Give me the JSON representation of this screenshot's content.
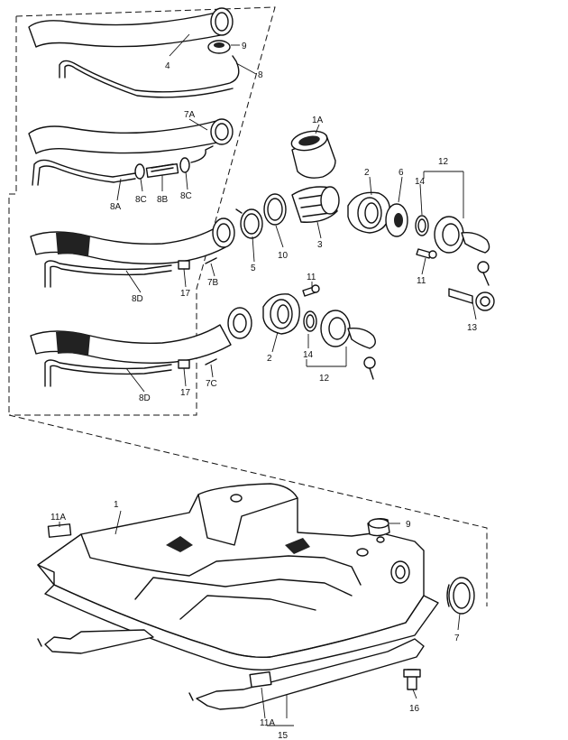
{
  "callouts": {
    "c1": "1",
    "c1A": "1A",
    "c2a": "2",
    "c2b": "2",
    "c3": "3",
    "c4": "4",
    "c5": "5",
    "c6": "6",
    "c7": "7",
    "c7A": "7A",
    "c7B": "7B",
    "c7C": "7C",
    "c8": "8",
    "c8A": "8A",
    "c8B": "8B",
    "c8Ca": "8C",
    "c8Cb": "8C",
    "c8D1": "8D",
    "c8D2": "8D",
    "c9a": "9",
    "c9b": "9",
    "c10": "10",
    "c11a": "11",
    "c11b": "11",
    "c11A1": "11A",
    "c11A2": "11A",
    "c12a": "12",
    "c12b": "12",
    "c13": "13",
    "c14a": "14",
    "c14b": "14",
    "c15": "15",
    "c16": "16",
    "c17a": "17",
    "c17b": "17"
  }
}
